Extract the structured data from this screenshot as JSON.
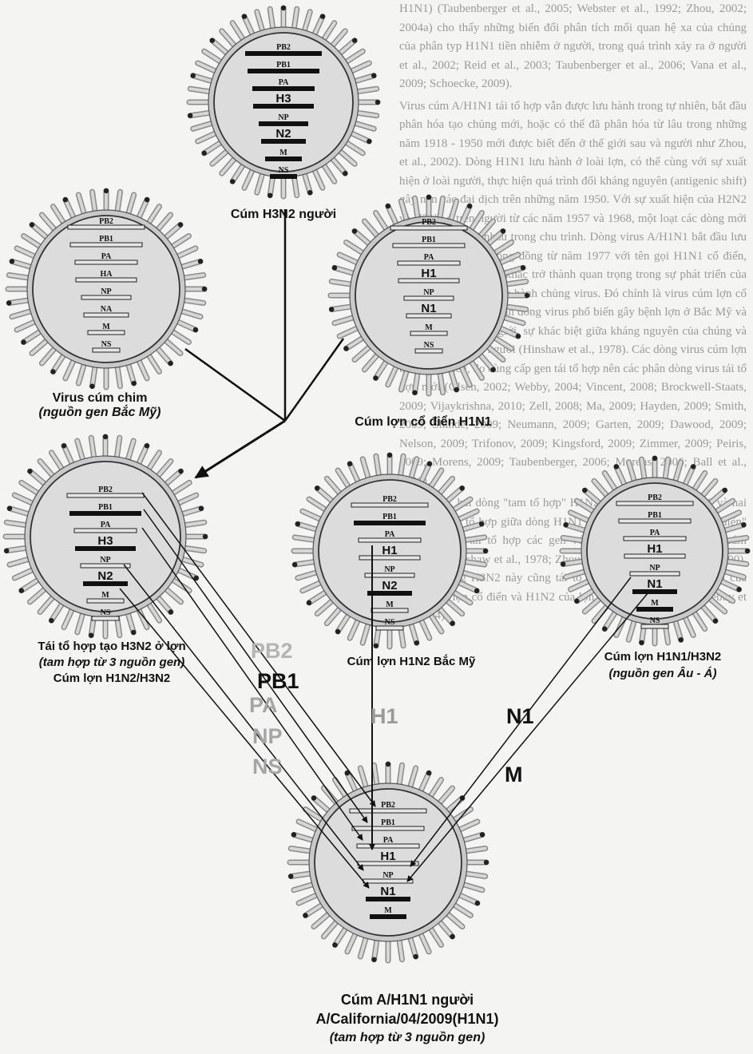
{
  "background_text": [
    "H1N1) (Taubenberger et al., 2005; Webster et al., 1992; Zhou, 2002; 2004a) cho thấy những biến đổi phân tích mối quan hệ xa của chủng của phân typ H1N1 tiền nhiễm ở người, trong quá trình xảy ra ở người et al., 2002; Reid et al., 2003; Taubenberger et al., 2006; Vana et al., 2009; Schoecke, 2009).",
    "Virus cúm A/H1N1 tái tổ hợp vẫn được lưu hành trong tự nhiên, bắt đầu phân hóa tạo chủng mới, hoặc có thể đã phân hóa từ lâu trong những năm 1918 - 1950 mới được biết đến ở thế giới sau và người như Zhou, et al., 2002). Dòng H1N1 lưu hành ở loài lợn, có thể cùng với sự xuất hiện ở loài người, thực hiện quá trình đổi kháng nguyên (antigenic shift) gây nên các đại dịch trên những năm 1950. Với sự xuất hiện của H2N2 và H3N2 ở trên người từ các năm 1957 và 1968, một loạt các dòng mới đã tái tổ hợp với nhau trong chu trình. Dòng virus A/H1N1 bắt đầu lưu hành trở lại trong cộng đồng từ năm 1977 với tên gọi H1N1 cổ điển, ngoài ra các biến thể khác trở thành quan trọng trong sự phát triển của lợn từ xuất hiện và lưu hành chủng virus. Đó chính là virus cúm lợn cổ điển H1N1 đã trở thành dòng virus phổ biến gây bệnh lợn ở Bắc Mỹ và nhiều nước trên thế giới, sự khác biệt giữa kháng nguyên của chúng và H1N1 gây bệnh ở người (Hinshaw et al., 1978). Các dòng virus cúm lợn trong tự nhiên, do cùng cấp gen tái tổ hợp nên các phân dòng virus tái tổ hợp mới (Olsen, 2002; Webby, 2004; Vincent, 2008; Brockwell-Staats, 2009; Vijaykrishna, 2010; Zell, 2008; Ma, 2009; Hayden, 2009; Smith, 2009; Shinde, 2009; Neumann, 2009; Garten, 2009; Dawood, 2009; Nelson, 2009; Trifonov, 2009; Kingsford, 2009; Zimmer, 2009; Peiris, 2009; Morens, 2009; Taubenberger, 2006; Morens, 2006; Ball et al., 2009).",
    "Năm 2006, hai dòng \"tam tổ hợp\" H1N2 và H3N2 từ năm 1998 và hai dòng mới tái tổ hợp giữa dòng H1N1 của người và dòng lợn \"cổ điển\" đã tiến hành tái tổ hợp các gen với nhau tạo nên dòng virus cúm A/H1N1 (Hinshaw et al., 1978; Zhou et al., 1999; Karasin et al., 2000), cùng từ dòng H3N2 này cũng tái tổ hợp với các phân đoạn gen của H1N1 của lợn cổ điển và H1N2 của lợn lưu hành ở Bắc Mỹ (Webby et al., 2004)."
  ],
  "segment_legend": [
    "PB2",
    "PB1",
    "PA",
    "HA",
    "NP",
    "NA",
    "M",
    "NS"
  ],
  "viruses": [
    {
      "key": "h3n2_human",
      "labels": [
        "PB2",
        "PB1",
        "PA",
        "H3",
        "NP",
        "N2",
        "M",
        "NS"
      ],
      "caption": [
        "Cúm H3N2 người"
      ]
    },
    {
      "key": "avian",
      "labels": [
        "PB2",
        "PB1",
        "PA",
        "HA",
        "NP",
        "NA",
        "M",
        "NS"
      ],
      "caption": [
        "Virus cúm chim"
      ],
      "caption_italic": "(nguồn gen Bắc Mỹ)"
    },
    {
      "key": "classic_swine",
      "labels": [
        "PB2",
        "PB1",
        "PA",
        "H1",
        "NP",
        "N1",
        "M",
        "NS"
      ],
      "caption": [
        "Cúm lợn cổ điển H1N1"
      ]
    },
    {
      "key": "triple_reassortant",
      "labels": [
        "PB2",
        "PB1",
        "PA",
        "H3",
        "NP",
        "N2",
        "M",
        "NS"
      ],
      "caption": [
        "Tái tổ hợp tạo H3N2 ở lợn"
      ],
      "caption_italic": "(tam hợp từ 3 nguồn gen)",
      "caption2": "Cúm lợn H1N2/H3N2"
    },
    {
      "key": "h1n2_na",
      "labels": [
        "PB2",
        "PB1",
        "PA",
        "H1",
        "NP",
        "N2",
        "M",
        "NS"
      ],
      "caption": [
        "Cúm lợn H1N2 Bắc Mỹ"
      ]
    },
    {
      "key": "eurasian",
      "labels": [
        "PB2",
        "PB1",
        "PA",
        "H1",
        "NP",
        "N1",
        "M",
        "NS"
      ],
      "caption": [
        "Cúm lợn H1N1/H3N2"
      ],
      "caption_italic": "(nguồn gen Âu - Á)"
    },
    {
      "key": "pandemic",
      "labels": [
        "PB2",
        "PB1",
        "PA",
        "H1",
        "NP",
        "N1",
        "M"
      ],
      "caption": [
        "Cúm A/H1N1 người",
        "A/California/04/2009(H1N1)"
      ],
      "caption_italic": "(tam hợp từ 3 nguồn gen)"
    }
  ],
  "transferred_segments": {
    "from_triple": [
      "PB2",
      "PB1",
      "PA",
      "NP",
      "NS"
    ],
    "from_h1n2": [
      "H1"
    ],
    "from_eurasian": [
      "N1",
      "M"
    ]
  },
  "colors": {
    "ring": "#c9c9c9",
    "inner": "#dcdcdc",
    "dark_bar": "#111111",
    "light_bar": "#e6e6e6"
  }
}
